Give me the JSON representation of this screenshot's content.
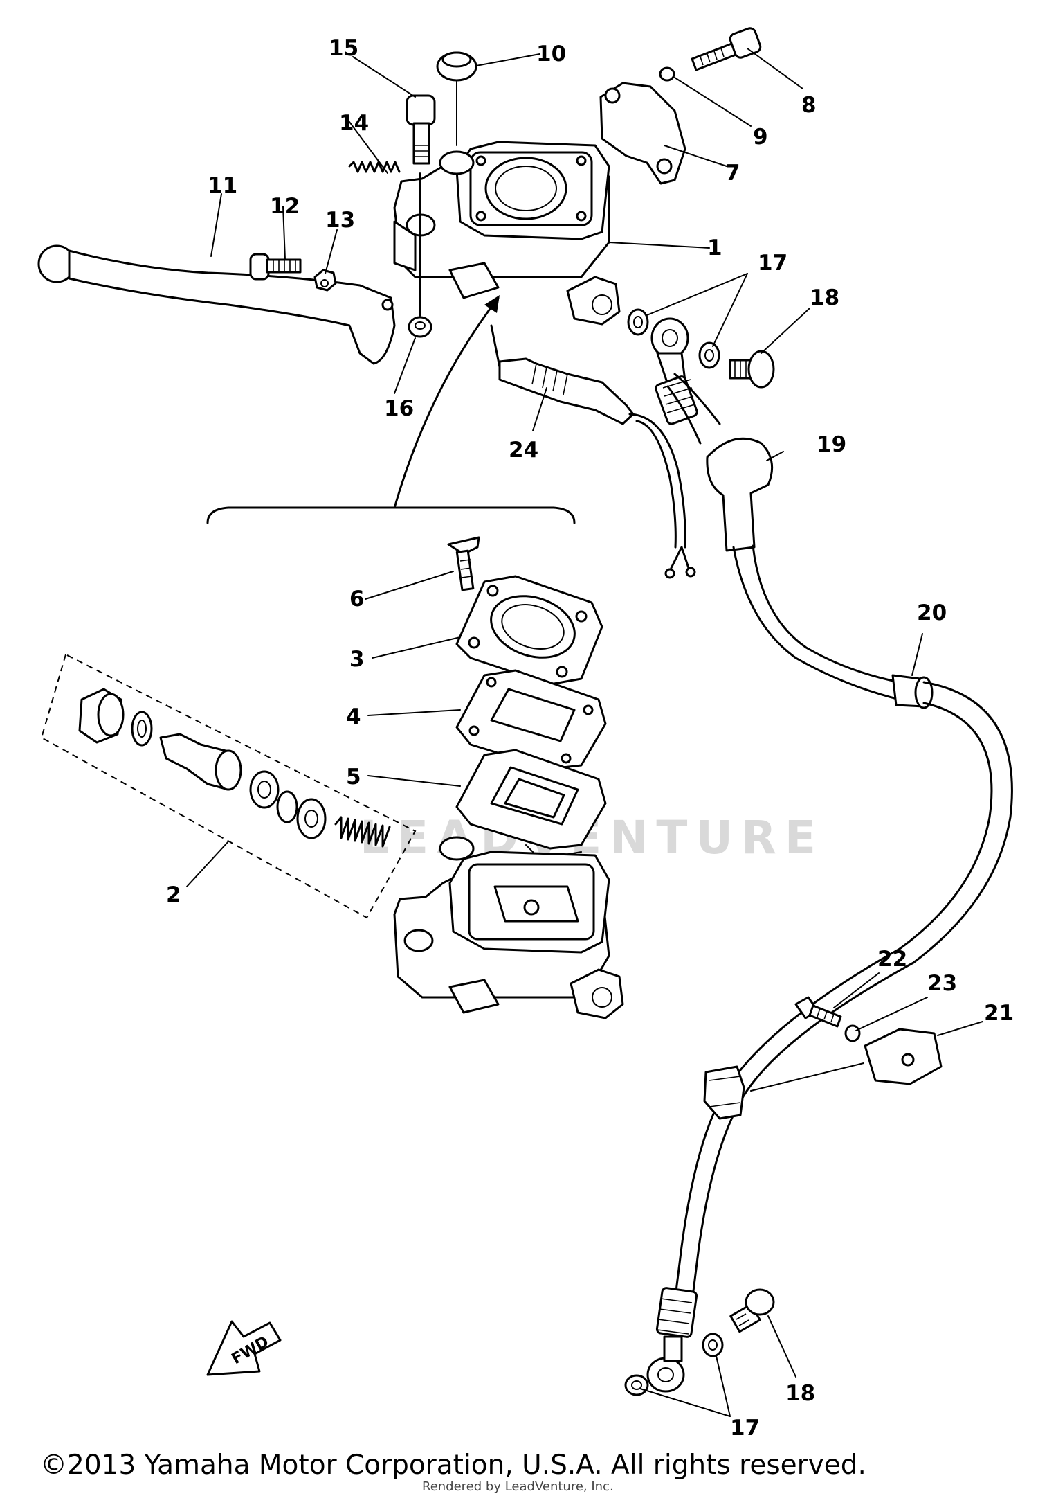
{
  "diagram": {
    "callouts": [
      {
        "id": "1",
        "label": "1"
      },
      {
        "id": "2",
        "label": "2"
      },
      {
        "id": "3",
        "label": "3"
      },
      {
        "id": "4",
        "label": "4"
      },
      {
        "id": "5",
        "label": "5"
      },
      {
        "id": "6",
        "label": "6"
      },
      {
        "id": "7",
        "label": "7"
      },
      {
        "id": "8",
        "label": "8"
      },
      {
        "id": "9",
        "label": "9"
      },
      {
        "id": "10",
        "label": "10"
      },
      {
        "id": "11",
        "label": "11"
      },
      {
        "id": "12",
        "label": "12"
      },
      {
        "id": "13",
        "label": "13"
      },
      {
        "id": "14",
        "label": "14"
      },
      {
        "id": "15",
        "label": "15"
      },
      {
        "id": "16",
        "label": "16"
      },
      {
        "id": "17a",
        "label": "17"
      },
      {
        "id": "17b",
        "label": "17"
      },
      {
        "id": "18a",
        "label": "18"
      },
      {
        "id": "18b",
        "label": "18"
      },
      {
        "id": "19",
        "label": "19"
      },
      {
        "id": "20",
        "label": "20"
      },
      {
        "id": "21",
        "label": "21"
      },
      {
        "id": "22",
        "label": "22"
      },
      {
        "id": "23",
        "label": "23"
      },
      {
        "id": "24",
        "label": "24"
      }
    ],
    "fwd_label": "FWD",
    "watermark": "LEADVENTURE",
    "rendered_by": "Rendered by LeadVenture, Inc.",
    "copyright": "©2013 Yamaha Motor Corporation, U.S.A. All rights reserved."
  }
}
